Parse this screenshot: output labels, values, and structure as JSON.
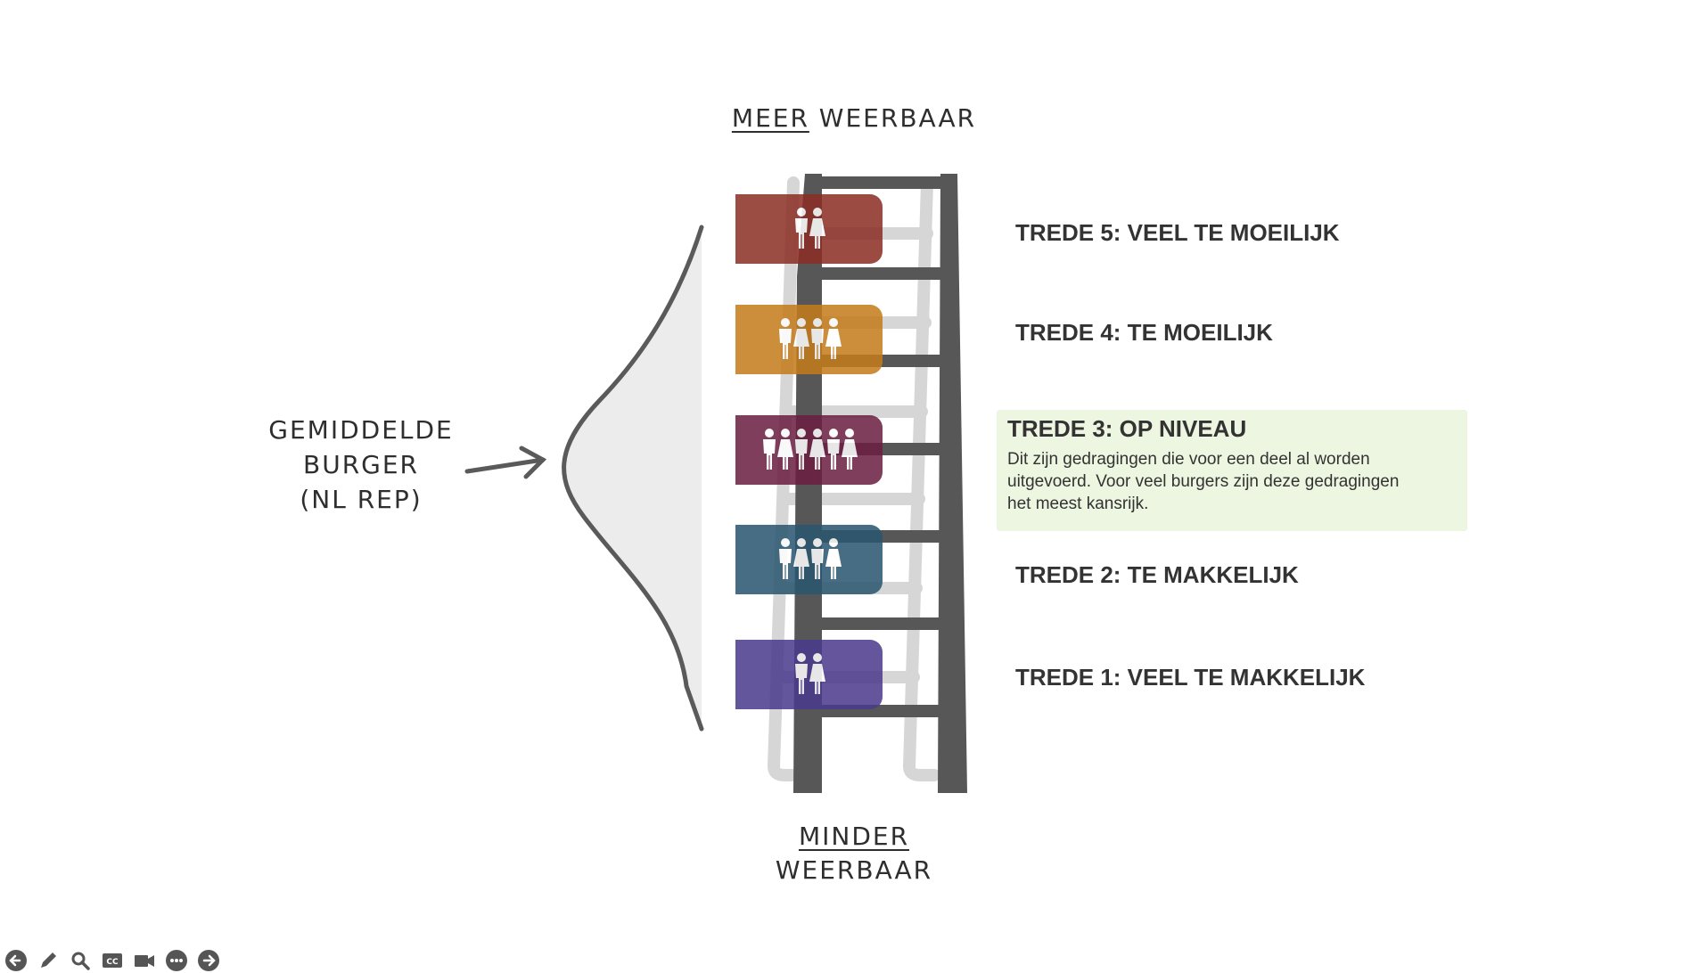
{
  "labels": {
    "top_underlined": "MEER",
    "top_rest": " WEERBAAR",
    "bottom_underlined": "MINDER",
    "bottom_rest": "WEERBAAR",
    "side_line1": "GEMIDDELDE",
    "side_line2": "BURGER",
    "side_line3": "(NL REP)"
  },
  "steps": [
    {
      "title": "TREDE 5: VEEL TE MOEILIJK",
      "color": "#8b2e24",
      "people": 2
    },
    {
      "title": "TREDE  4: TE MOEILIJK",
      "color": "#c47c1a",
      "people": 4
    },
    {
      "title": "TREDE 3: OP NIVEAU",
      "color": "#6b1f42",
      "people": 6,
      "description_line1": "Dit zijn gedragingen die voor een deel al worden",
      "description_line2": "uitgevoerd. Voor veel burgers zijn deze gedragingen",
      "description_line3": "het meest kansrijk."
    },
    {
      "title": "TREDE 2: TE MAKKELIJK",
      "color": "#2a5670",
      "people": 4
    },
    {
      "title": "TREDE 1: VEEL TE MAKKELIJK",
      "color": "#4b3a8c",
      "people": 2
    }
  ],
  "highlight_color": "#edf6e0",
  "toolbar": {
    "icons": [
      "back-arrow-icon",
      "pencil-icon",
      "magnifier-icon",
      "closed-caption-icon",
      "video-camera-icon",
      "more-icon",
      "forward-arrow-icon"
    ]
  }
}
